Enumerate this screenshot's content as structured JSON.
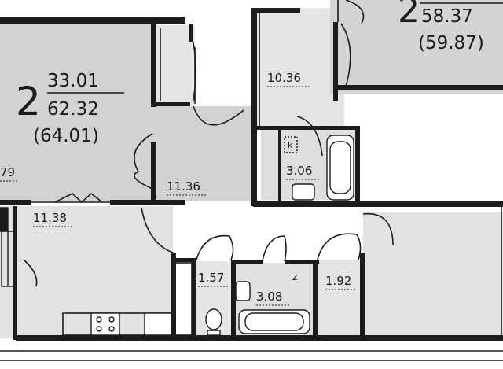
{
  "colors": {
    "wall": "#1c1c1c",
    "room_fill": "#d2d2d2",
    "room_fill_light": "#e6e6e6",
    "background": "#ffffff",
    "text": "#1a1a1a"
  },
  "apartments": [
    {
      "rooms_count": "2",
      "living_area": "33.01",
      "total_area": "62.32",
      "total_area_with_balcony": "(64.01)"
    },
    {
      "rooms_count": "2",
      "total_area": "58.37",
      "total_area_with_balcony": "(59.87)"
    }
  ],
  "room_areas": {
    "left_partial": "79",
    "hall_left": "11.38",
    "hall_center": "11.36",
    "kitchen_top": "10.36",
    "bathroom_top": "3.06",
    "closet_top_label": "k",
    "wc": "1.57",
    "bathroom_bottom": "3.08",
    "bathroom_bottom_mark": "z",
    "storage": "1.92"
  }
}
